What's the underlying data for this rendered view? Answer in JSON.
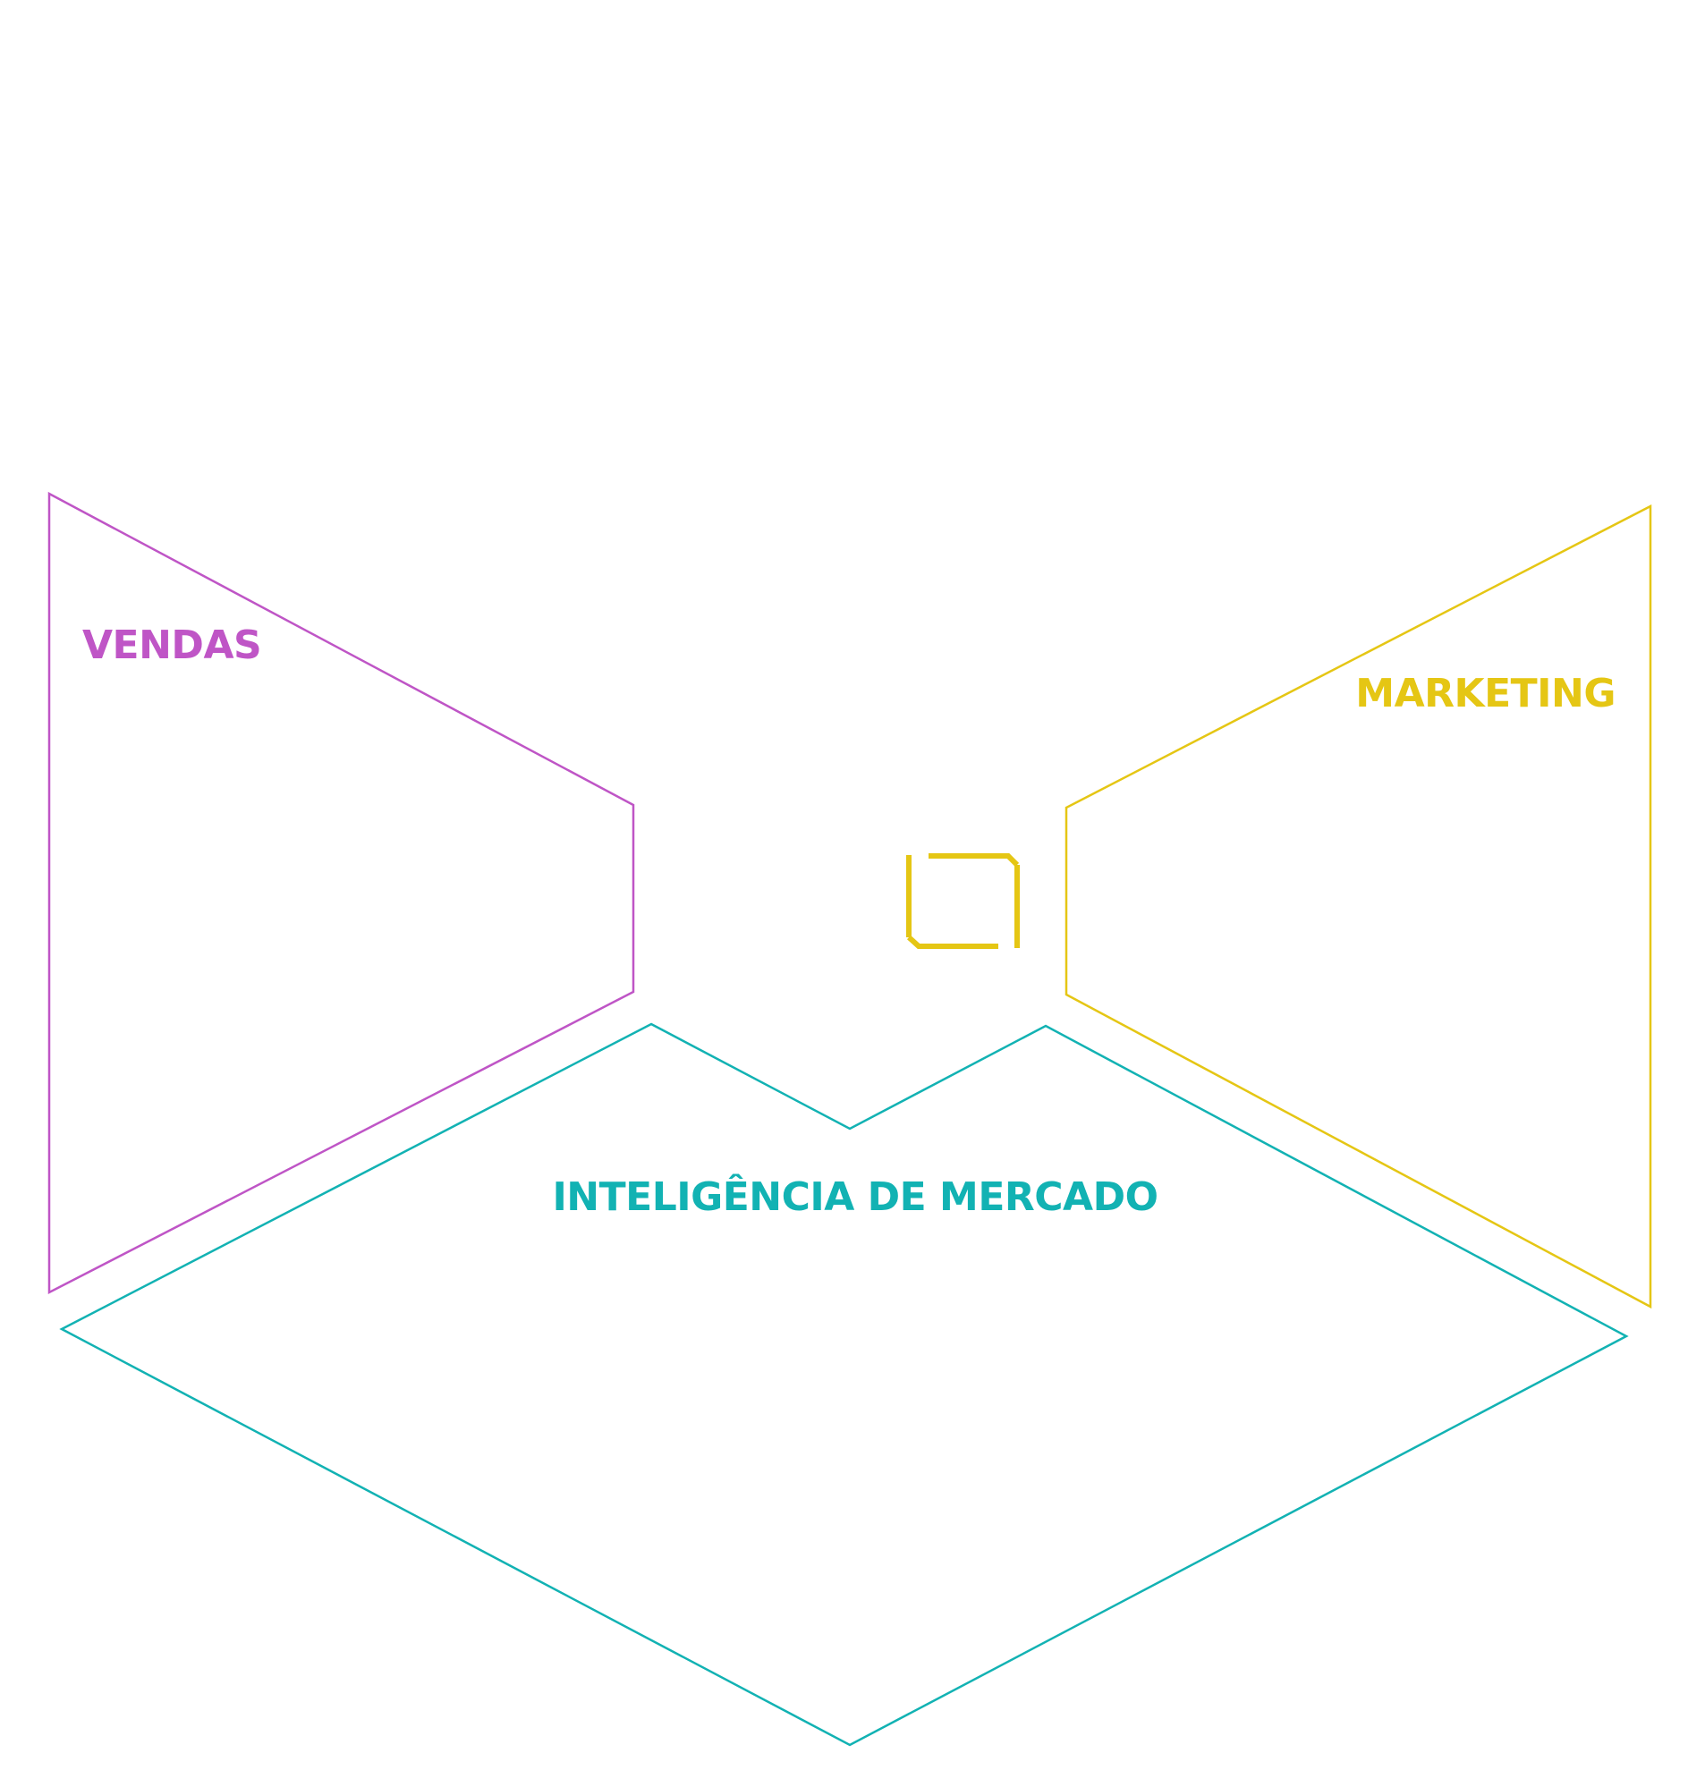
{
  "colors": {
    "background": "#ffffff",
    "sales": "#bf55c6",
    "marketing": "#e5c614",
    "intelligence": "#12b2b3"
  },
  "labels": {
    "sales": "VENDAS",
    "marketing": "MARKETING",
    "intelligence": "INTELIGÊNCIA DE MERCADO"
  },
  "center_icon": {
    "name": "frame-corners-icon"
  }
}
